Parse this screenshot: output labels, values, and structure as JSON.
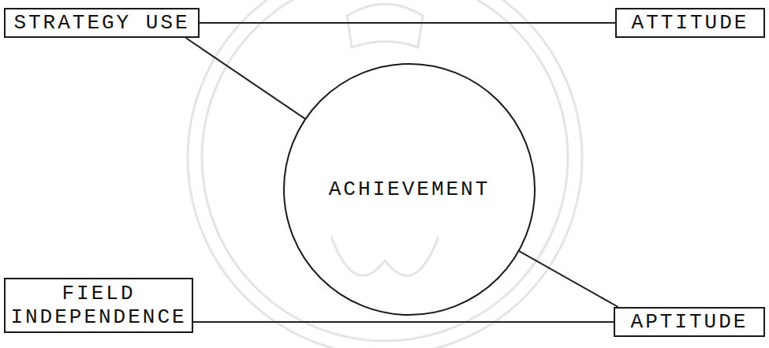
{
  "diagram": {
    "nodes": [
      {
        "text": [
          "STRATEGY USE"
        ]
      },
      {
        "text": [
          "ATTITUDE"
        ]
      },
      {
        "text": [
          "ACHIEVEMENT"
        ]
      },
      {
        "text": [
          "FIELD INDEPENDENCE"
        ]
      },
      {
        "text": [
          "APTITUDE"
        ]
      }
    ],
    "edges": [
      {
        "from": 0,
        "to": 1,
        "arrow": "none"
      },
      {
        "from": 0,
        "to": 2,
        "arrow": "none"
      },
      {
        "from": 3,
        "to": 4,
        "arrow": "none"
      },
      {
        "from": 4,
        "to": 2,
        "arrow": "none"
      }
    ]
  }
}
